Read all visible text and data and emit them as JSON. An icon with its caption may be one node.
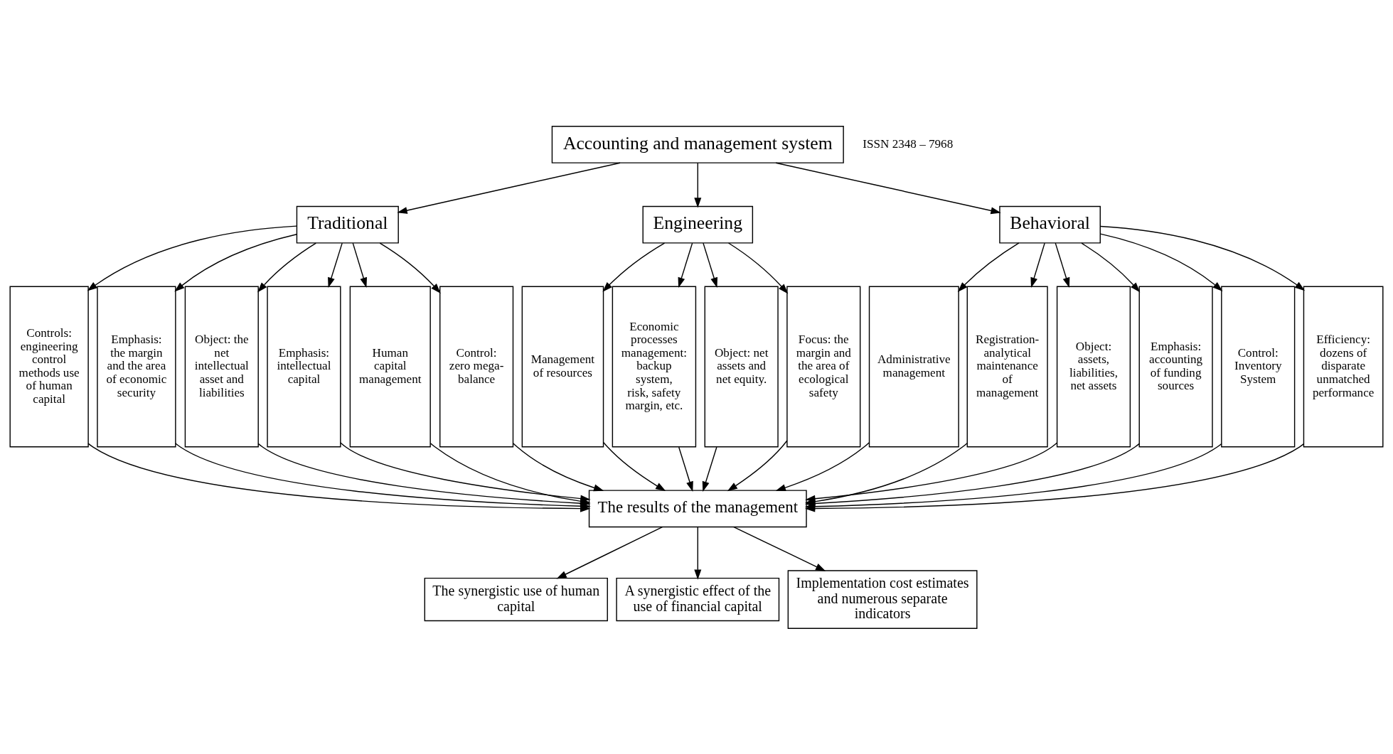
{
  "diagram": {
    "nodes": [
      {
        "text": [
          "Accounting and management system"
        ]
      },
      {
        "text": [
          "Traditional"
        ]
      },
      {
        "text": [
          "Engineering"
        ]
      },
      {
        "text": [
          "Behavioral"
        ]
      },
      {
        "text": [
          "Controls: engineering control methods use of human capital"
        ]
      },
      {
        "text": [
          "Emphasis: the margin and the area of economic security"
        ]
      },
      {
        "text": [
          "Object: the net intellectual asset and liabilities"
        ]
      },
      {
        "text": [
          "Emphasis: intellectual capital"
        ]
      },
      {
        "text": [
          "Human capital management"
        ]
      },
      {
        "text": [
          "Control: zero mega-balance"
        ]
      },
      {
        "text": [
          "Management of resources"
        ]
      },
      {
        "text": [
          "Economic processes management: backup system, risk, safety margin, etc."
        ]
      },
      {
        "text": [
          "Object: net assets and net equity."
        ]
      },
      {
        "text": [
          "Focus: the margin and the area of ecological safety"
        ]
      },
      {
        "text": [
          "Administrative management"
        ]
      },
      {
        "text": [
          "Registration-analytical maintenance of management"
        ]
      },
      {
        "text": [
          "Object: assets, liabilities, net assets"
        ]
      },
      {
        "text": [
          "Emphasis: accounting of funding sources"
        ]
      },
      {
        "text": [
          "Control: Inventory System"
        ]
      },
      {
        "text": [
          "Efficiency: dozens of disparate unmatched performance"
        ]
      },
      {
        "text": [
          "The results of the management"
        ]
      },
      {
        "text": [
          "The synergistic use of human capital"
        ]
      },
      {
        "text": [
          "A synergistic effect of the use of financial capital"
        ]
      },
      {
        "text": [
          "Implementation cost estimates and numerous separate indicators"
        ]
      }
    ],
    "edges": [
      {
        "from": 0,
        "to": 1,
        "arrow": "to"
      },
      {
        "from": 0,
        "to": 2,
        "arrow": "to"
      },
      {
        "from": 0,
        "to": 3,
        "arrow": "to"
      },
      {
        "from": 1,
        "to": 4,
        "arrow": "to"
      },
      {
        "from": 1,
        "to": 5,
        "arrow": "to"
      },
      {
        "from": 1,
        "to": 6,
        "arrow": "to"
      },
      {
        "from": 1,
        "to": 7,
        "arrow": "to"
      },
      {
        "from": 1,
        "to": 8,
        "arrow": "to"
      },
      {
        "from": 1,
        "to": 9,
        "arrow": "to"
      },
      {
        "from": 2,
        "to": 10,
        "arrow": "to"
      },
      {
        "from": 2,
        "to": 11,
        "arrow": "to"
      },
      {
        "from": 2,
        "to": 12,
        "arrow": "to"
      },
      {
        "from": 2,
        "to": 13,
        "arrow": "to"
      },
      {
        "from": 3,
        "to": 14,
        "arrow": "to"
      },
      {
        "from": 3,
        "to": 15,
        "arrow": "to"
      },
      {
        "from": 3,
        "to": 16,
        "arrow": "to"
      },
      {
        "from": 3,
        "to": 17,
        "arrow": "to"
      },
      {
        "from": 3,
        "to": 18,
        "arrow": "to"
      },
      {
        "from": 3,
        "to": 19,
        "arrow": "to"
      },
      {
        "from": 4,
        "to": 20,
        "arrow": "to"
      },
      {
        "from": 5,
        "to": 20,
        "arrow": "to"
      },
      {
        "from": 6,
        "to": 20,
        "arrow": "to"
      },
      {
        "from": 7,
        "to": 20,
        "arrow": "to"
      },
      {
        "from": 8,
        "to": 20,
        "arrow": "to"
      },
      {
        "from": 9,
        "to": 20,
        "arrow": "to"
      },
      {
        "from": 10,
        "to": 20,
        "arrow": "to"
      },
      {
        "from": 11,
        "to": 20,
        "arrow": "to"
      },
      {
        "from": 12,
        "to": 20,
        "arrow": "to"
      },
      {
        "from": 13,
        "to": 20,
        "arrow": "to"
      },
      {
        "from": 14,
        "to": 20,
        "arrow": "to"
      },
      {
        "from": 15,
        "to": 20,
        "arrow": "to"
      },
      {
        "from": 16,
        "to": 20,
        "arrow": "to"
      },
      {
        "from": 17,
        "to": 20,
        "arrow": "to"
      },
      {
        "from": 18,
        "to": 20,
        "arrow": "to"
      },
      {
        "from": 19,
        "to": 20,
        "arrow": "to"
      },
      {
        "from": 20,
        "to": 21,
        "arrow": "to"
      },
      {
        "from": 20,
        "to": 22,
        "arrow": "to"
      },
      {
        "from": 20,
        "to": 23,
        "arrow": "to"
      }
    ],
    "labels": [
      "ISSN 2348 – 7968"
    ]
  }
}
